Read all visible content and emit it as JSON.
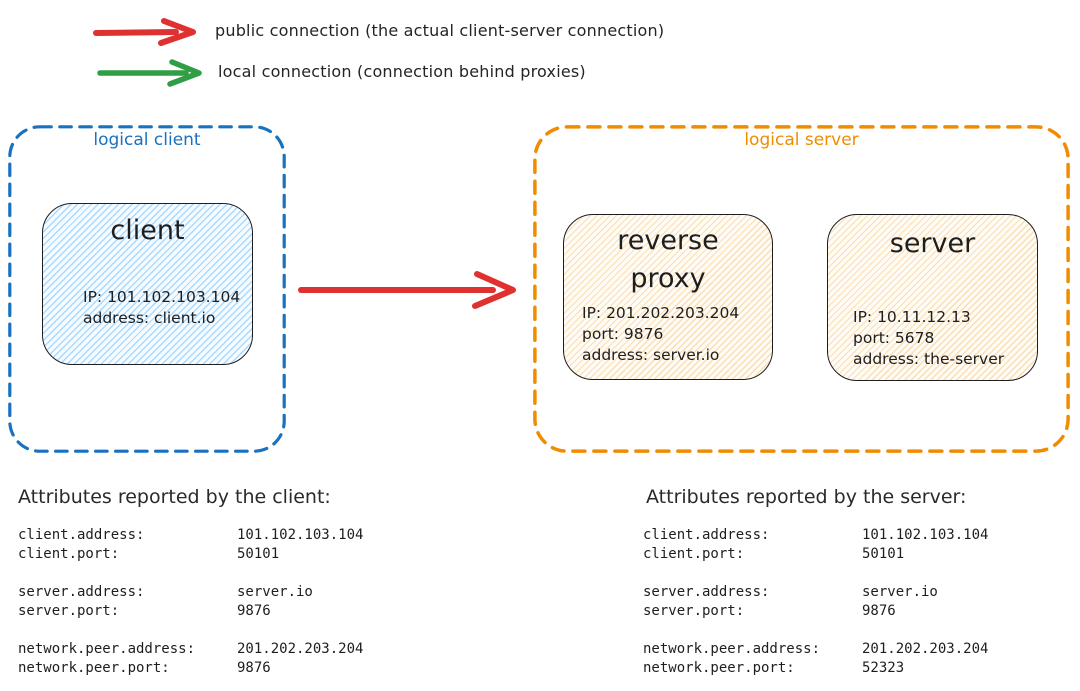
{
  "colors": {
    "public_arrow": "#e03131",
    "local_arrow": "#2f9e44",
    "logical_client_border": "#1971c2",
    "logical_server_border": "#f08c00",
    "ink": "#1e1e1e",
    "client_fill": "#a5d8ff",
    "server_fill": "#ffd8a8"
  },
  "legend": {
    "items": [
      {
        "icon": "red-arrow-right",
        "color": "#e03131",
        "label": "public connection (the actual client-server connection)"
      },
      {
        "icon": "green-arrow-right",
        "color": "#2f9e44",
        "label": "local connection (connection behind proxies)"
      }
    ]
  },
  "logical_client": {
    "label": "logical client",
    "client_node": {
      "title": "client",
      "lines": [
        "IP: 101.102.103.104",
        "address: client.io"
      ]
    }
  },
  "connection_arrow": {
    "icon": "red-arrow-right",
    "color": "#e03131",
    "meaning": "public connection"
  },
  "logical_server": {
    "label": "logical server",
    "reverse_proxy_node": {
      "title_line1": "reverse",
      "title_line2": "proxy",
      "lines": [
        "IP: 201.202.203.204",
        "port: 9876",
        "address: server.io"
      ]
    },
    "server_node": {
      "title": "server",
      "lines": [
        "IP: 10.11.12.13",
        "port: 5678",
        "address: the-server"
      ]
    }
  },
  "client_attributes": {
    "title": "Attributes reported by the client:",
    "groups": [
      [
        {
          "key": "client.address:",
          "value": "101.102.103.104"
        },
        {
          "key": "client.port:",
          "value": "50101"
        }
      ],
      [
        {
          "key": "server.address:",
          "value": "server.io"
        },
        {
          "key": "server.port:",
          "value": "9876"
        }
      ],
      [
        {
          "key": "network.peer.address:",
          "value": "201.202.203.204"
        },
        {
          "key": "network.peer.port:",
          "value": "9876"
        }
      ]
    ]
  },
  "server_attributes": {
    "title": "Attributes reported by the server:",
    "groups": [
      [
        {
          "key": "client.address:",
          "value": "101.102.103.104"
        },
        {
          "key": "client.port:",
          "value": "50101"
        }
      ],
      [
        {
          "key": "server.address:",
          "value": "server.io"
        },
        {
          "key": "server.port:",
          "value": "9876"
        }
      ],
      [
        {
          "key": "network.peer.address:",
          "value": "201.202.203.204"
        },
        {
          "key": "network.peer.port:",
          "value": "52323"
        }
      ]
    ]
  }
}
